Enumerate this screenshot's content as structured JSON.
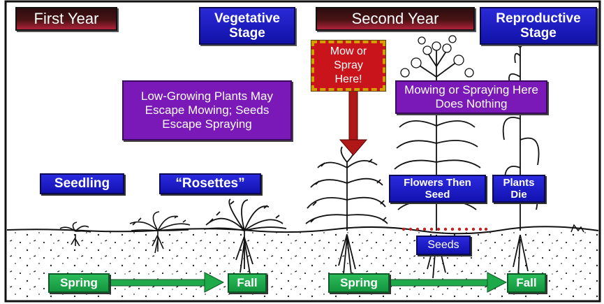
{
  "labels": {
    "first_year": "First Year",
    "vegetative_stage": "Vegetative Stage",
    "second_year": "Second Year",
    "reproductive_stage": "Reproductive Stage",
    "mow_or_spray": "Mow or Spray Here!",
    "low_growing": "Low-Growing Plants May Escape Mowing; Seeds Escape Spraying",
    "mowing_does_nothing": "Mowing or Spraying Here Does Nothing",
    "seedling": "Seedling",
    "rosettes": "“Rosettes”",
    "flowers_then_seed": "Flowers Then Seed",
    "plants_die": "Plants Die",
    "seeds": "Seeds",
    "spring_1": "Spring",
    "fall_1": "Fall",
    "spring_2": "Spring",
    "fall_2": "Fall"
  },
  "colors": {
    "purple": "#7a18b8",
    "blue": "#1a1ac8",
    "green": "#1faa4a",
    "red": "#c8141a",
    "arrow_red": "#b01818",
    "seed_dots": "#c02020"
  }
}
